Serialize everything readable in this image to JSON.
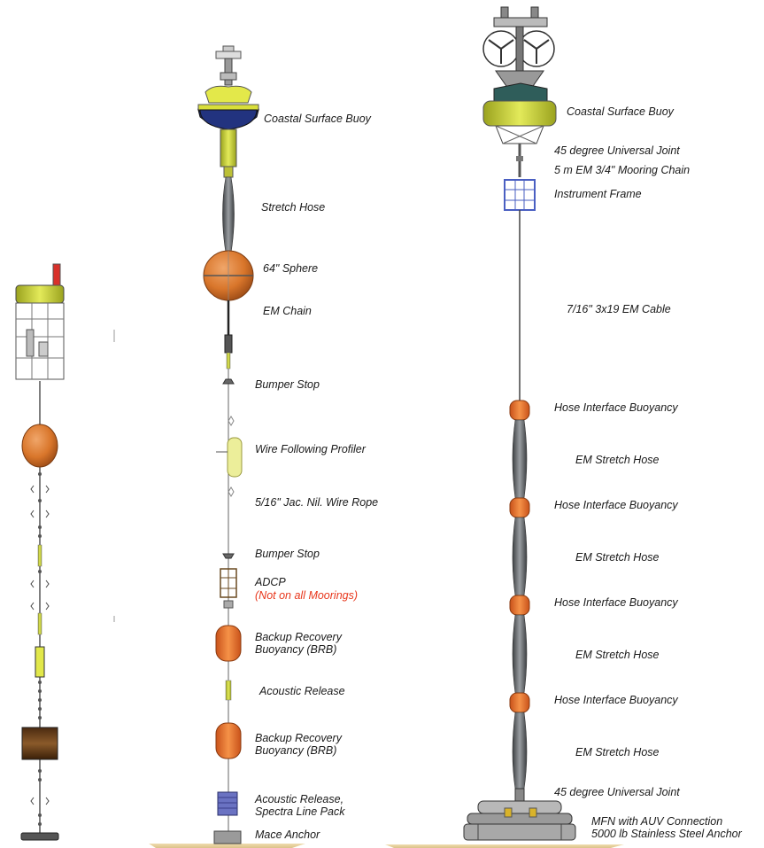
{
  "colors": {
    "buoy_yellow": "#d6de3c",
    "buoy_navy": "#1f2f7a",
    "sphere_orange": "#d9762b",
    "float_orange": "#f07a2e",
    "hose_gray": "#5e6266",
    "note_red": "#e8361b",
    "seafloor_sand": "#e9d3a0"
  },
  "middle_mooring": {
    "labels": [
      "Coastal Surface Buoy",
      "Stretch Hose",
      "64\"  Sphere",
      "EM Chain",
      "Bumper Stop",
      "Wire Following Profiler",
      "5/16\" Jac. Nil. Wire Rope",
      "Bumper Stop",
      "ADCP",
      "(Not on all Moorings)",
      "Backup Recovery",
      "Buoyancy (BRB)",
      "Acoustic Release",
      "Backup Recovery",
      "Buoyancy (BRB)",
      "Acoustic Release,",
      "Spectra Line Pack",
      "Mace Anchor"
    ]
  },
  "right_mooring": {
    "labels": [
      "Coastal Surface Buoy",
      "45 degree Universal Joint",
      "5 m EM 3/4\" Mooring Chain",
      "Instrument Frame",
      "7/16\" 3x19 EM Cable",
      "Hose Interface Buoyancy",
      "EM Stretch Hose",
      "Hose Interface Buoyancy",
      "EM Stretch Hose",
      "Hose Interface Buoyancy",
      "EM Stretch Hose",
      "Hose Interface Buoyancy",
      "EM Stretch Hose",
      "45 degree Universal Joint",
      "MFN with AUV Connection",
      "5000 lb Stainless Steel Anchor"
    ]
  }
}
